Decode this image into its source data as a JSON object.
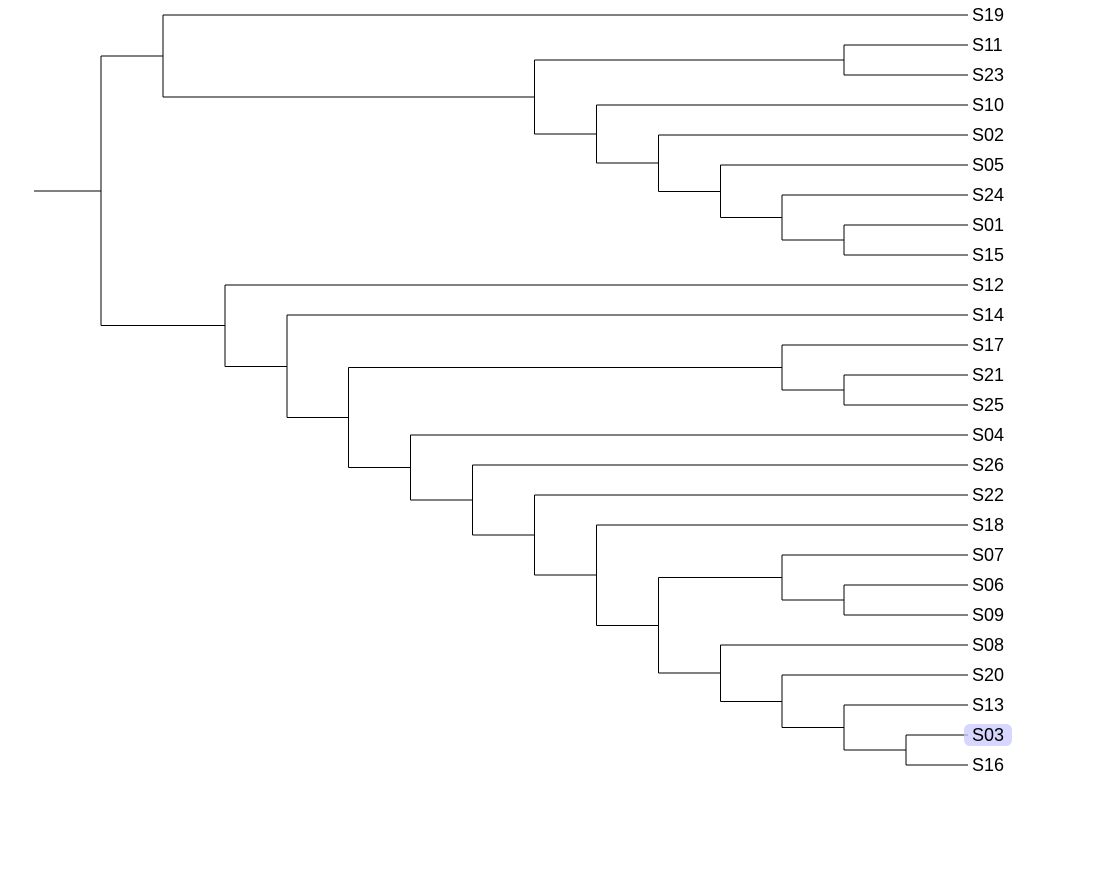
{
  "tree": {
    "leaves": [
      "S19",
      "S11",
      "S23",
      "S10",
      "S02",
      "S05",
      "S24",
      "S01",
      "S15",
      "S12",
      "S14",
      "S17",
      "S21",
      "S25",
      "S04",
      "S26",
      "S22",
      "S18",
      "S07",
      "S06",
      "S09",
      "S08",
      "S20",
      "S13",
      "S03",
      "S16"
    ],
    "highlighted_leaf": "S03",
    "highlight_color": "#c8c8ff",
    "line_color": "#000000",
    "root": {
      "h": 14,
      "children": [
        {
          "h": 13,
          "children": [
            {
              "leaf": "S19"
            },
            {
              "h": 7,
              "children": [
                {
                  "h": 2,
                  "children": [
                    {
                      "leaf": "S11"
                    },
                    {
                      "leaf": "S23"
                    }
                  ]
                },
                {
                  "h": 6,
                  "children": [
                    {
                      "leaf": "S10"
                    },
                    {
                      "h": 5,
                      "children": [
                        {
                          "leaf": "S02"
                        },
                        {
                          "h": 4,
                          "children": [
                            {
                              "leaf": "S05"
                            },
                            {
                              "h": 3,
                              "children": [
                                {
                                  "leaf": "S24"
                                },
                                {
                                  "h": 2,
                                  "children": [
                                    {
                                      "leaf": "S01"
                                    },
                                    {
                                      "leaf": "S15"
                                    }
                                  ]
                                }
                              ]
                            }
                          ]
                        }
                      ]
                    }
                  ]
                }
              ]
            }
          ]
        },
        {
          "h": 12,
          "children": [
            {
              "leaf": "S12"
            },
            {
              "h": 11,
              "children": [
                {
                  "leaf": "S14"
                },
                {
                  "h": 10,
                  "children": [
                    {
                      "h": 3,
                      "children": [
                        {
                          "leaf": "S17"
                        },
                        {
                          "h": 2,
                          "children": [
                            {
                              "leaf": "S21"
                            },
                            {
                              "leaf": "S25"
                            }
                          ]
                        }
                      ]
                    },
                    {
                      "h": 9,
                      "children": [
                        {
                          "leaf": "S04"
                        },
                        {
                          "h": 8,
                          "children": [
                            {
                              "leaf": "S26"
                            },
                            {
                              "h": 7,
                              "children": [
                                {
                                  "leaf": "S22"
                                },
                                {
                                  "h": 6,
                                  "children": [
                                    {
                                      "leaf": "S18"
                                    },
                                    {
                                      "h": 5,
                                      "children": [
                                        {
                                          "h": 3,
                                          "children": [
                                            {
                                              "leaf": "S07"
                                            },
                                            {
                                              "h": 2,
                                              "children": [
                                                {
                                                  "leaf": "S06"
                                                },
                                                {
                                                  "leaf": "S09"
                                                }
                                              ]
                                            }
                                          ]
                                        },
                                        {
                                          "h": 4,
                                          "children": [
                                            {
                                              "leaf": "S08"
                                            },
                                            {
                                              "h": 3,
                                              "children": [
                                                {
                                                  "leaf": "S20"
                                                },
                                                {
                                                  "h": 2,
                                                  "children": [
                                                    {
                                                      "leaf": "S13"
                                                    },
                                                    {
                                                      "h": 1,
                                                      "children": [
                                                        {
                                                          "leaf": "S03"
                                                        },
                                                        {
                                                          "leaf": "S16"
                                                        }
                                                      ]
                                                    }
                                                  ]
                                                }
                                              ]
                                            }
                                          ]
                                        }
                                      ]
                                    }
                                  ]
                                }
                              ]
                            }
                          ]
                        }
                      ]
                    }
                  ]
                }
              ]
            }
          ]
        }
      ]
    }
  }
}
